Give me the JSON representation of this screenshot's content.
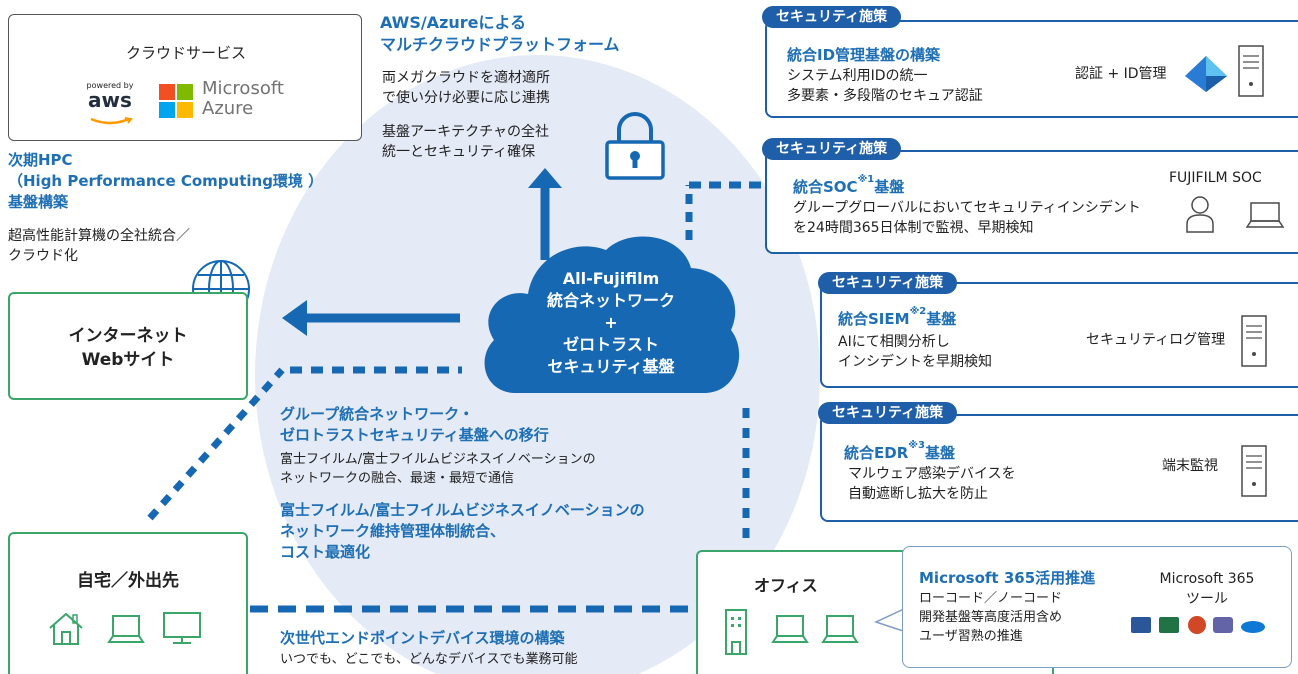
{
  "cloud_services": {
    "title": "クラウドサービス",
    "aws_small": "powered by",
    "aws_big": "aws",
    "ms_line1": "Microsoft",
    "ms_line2": "Azure"
  },
  "multicloud": {
    "title_line1": "AWS/Azureによる",
    "title_line2": "マルチクラウドプラットフォーム",
    "desc1_line1": "両メガクラウドを適材適所",
    "desc1_line2": "で使い分け必要に応じ連携",
    "desc2_line1": "基盤アーキテクチャの全社",
    "desc2_line2": "統一とセキュリティ確保"
  },
  "hpc": {
    "title_line1": "次期HPC",
    "title_line2": "（High Performance Computing環境 ）",
    "title_line3": "基盤構築",
    "desc_line1": "超高性能計算機の全社統合／",
    "desc_line2": "クラウド化"
  },
  "internet": {
    "line1": "インターネット",
    "line2": "Webサイト"
  },
  "cloud_center": {
    "line1": "All-Fujifilm",
    "line2": "統合ネットワーク",
    "line3": "+",
    "line4": "ゼロトラスト",
    "line5": "セキュリティ基盤"
  },
  "migration": {
    "title_line1": "グループ統合ネットワーク・",
    "title_line2": "ゼロトラストセキュリティ基盤への移行",
    "desc_line1": "富士フイルム/富士フイルムビジネスイノベーションの",
    "desc_line2": "ネットワークの融合、最速・最短で通信",
    "title2_line1": "富士フイルム/富士フイルムビジネスイノベーションの",
    "title2_line2": "ネットワーク維持管理体制統合、",
    "title2_line3": "コスト最適化"
  },
  "home": {
    "title": "自宅／外出先"
  },
  "endpoint": {
    "title": "次世代エンドポイントデバイス環境の構築",
    "desc": "いつでも、どこでも、どんなデバイスでも業務可能"
  },
  "office": {
    "title": "オフィス"
  },
  "m365": {
    "title": "Microsoft 365活用推進",
    "desc_line1": "ローコード／ノーコード",
    "desc_line2": "開発基盤等高度活用含め",
    "desc_line3": "ユーザ習熟の推進",
    "tool_line1": "Microsoft 365",
    "tool_line2": "ツール"
  },
  "security": [
    {
      "tag": "セキュリティ施策",
      "title": "統合ID管理基盤の構築",
      "sup": "",
      "title_tail": "",
      "desc_line1": "システム利用IDの統一",
      "desc_line2": "多要素・多段階のセキュア認証",
      "label": "認証 + ID管理"
    },
    {
      "tag": "セキュリティ施策",
      "title": "統合SOC",
      "sup": "※1",
      "title_tail": "基盤",
      "desc_line1": "グループグローバルにおいてセキュリティインシデント",
      "desc_line2": "を24時間365日体制で監視、早期検知",
      "label": "FUJIFILM SOC"
    },
    {
      "tag": "セキュリティ施策",
      "title": "統合SIEM",
      "sup": "※2",
      "title_tail": "基盤",
      "desc_line1": "AIにて相関分析し",
      "desc_line2": "インシデントを早期検知",
      "label": "セキュリティログ管理"
    },
    {
      "tag": "セキュリティ施策",
      "title": "統合EDR",
      "sup": "※3",
      "title_tail": "基盤",
      "desc_line1": "マルウェア感染デバイスを",
      "desc_line2": "自動遮断し拡大を防止",
      "label": "端末監視"
    }
  ],
  "colors": {
    "accent_blue": "#1f6fb5",
    "navy": "#1f5ea8",
    "cloud": "#1668b3",
    "green": "#3aa66a",
    "circle": "#e4eaf6"
  }
}
